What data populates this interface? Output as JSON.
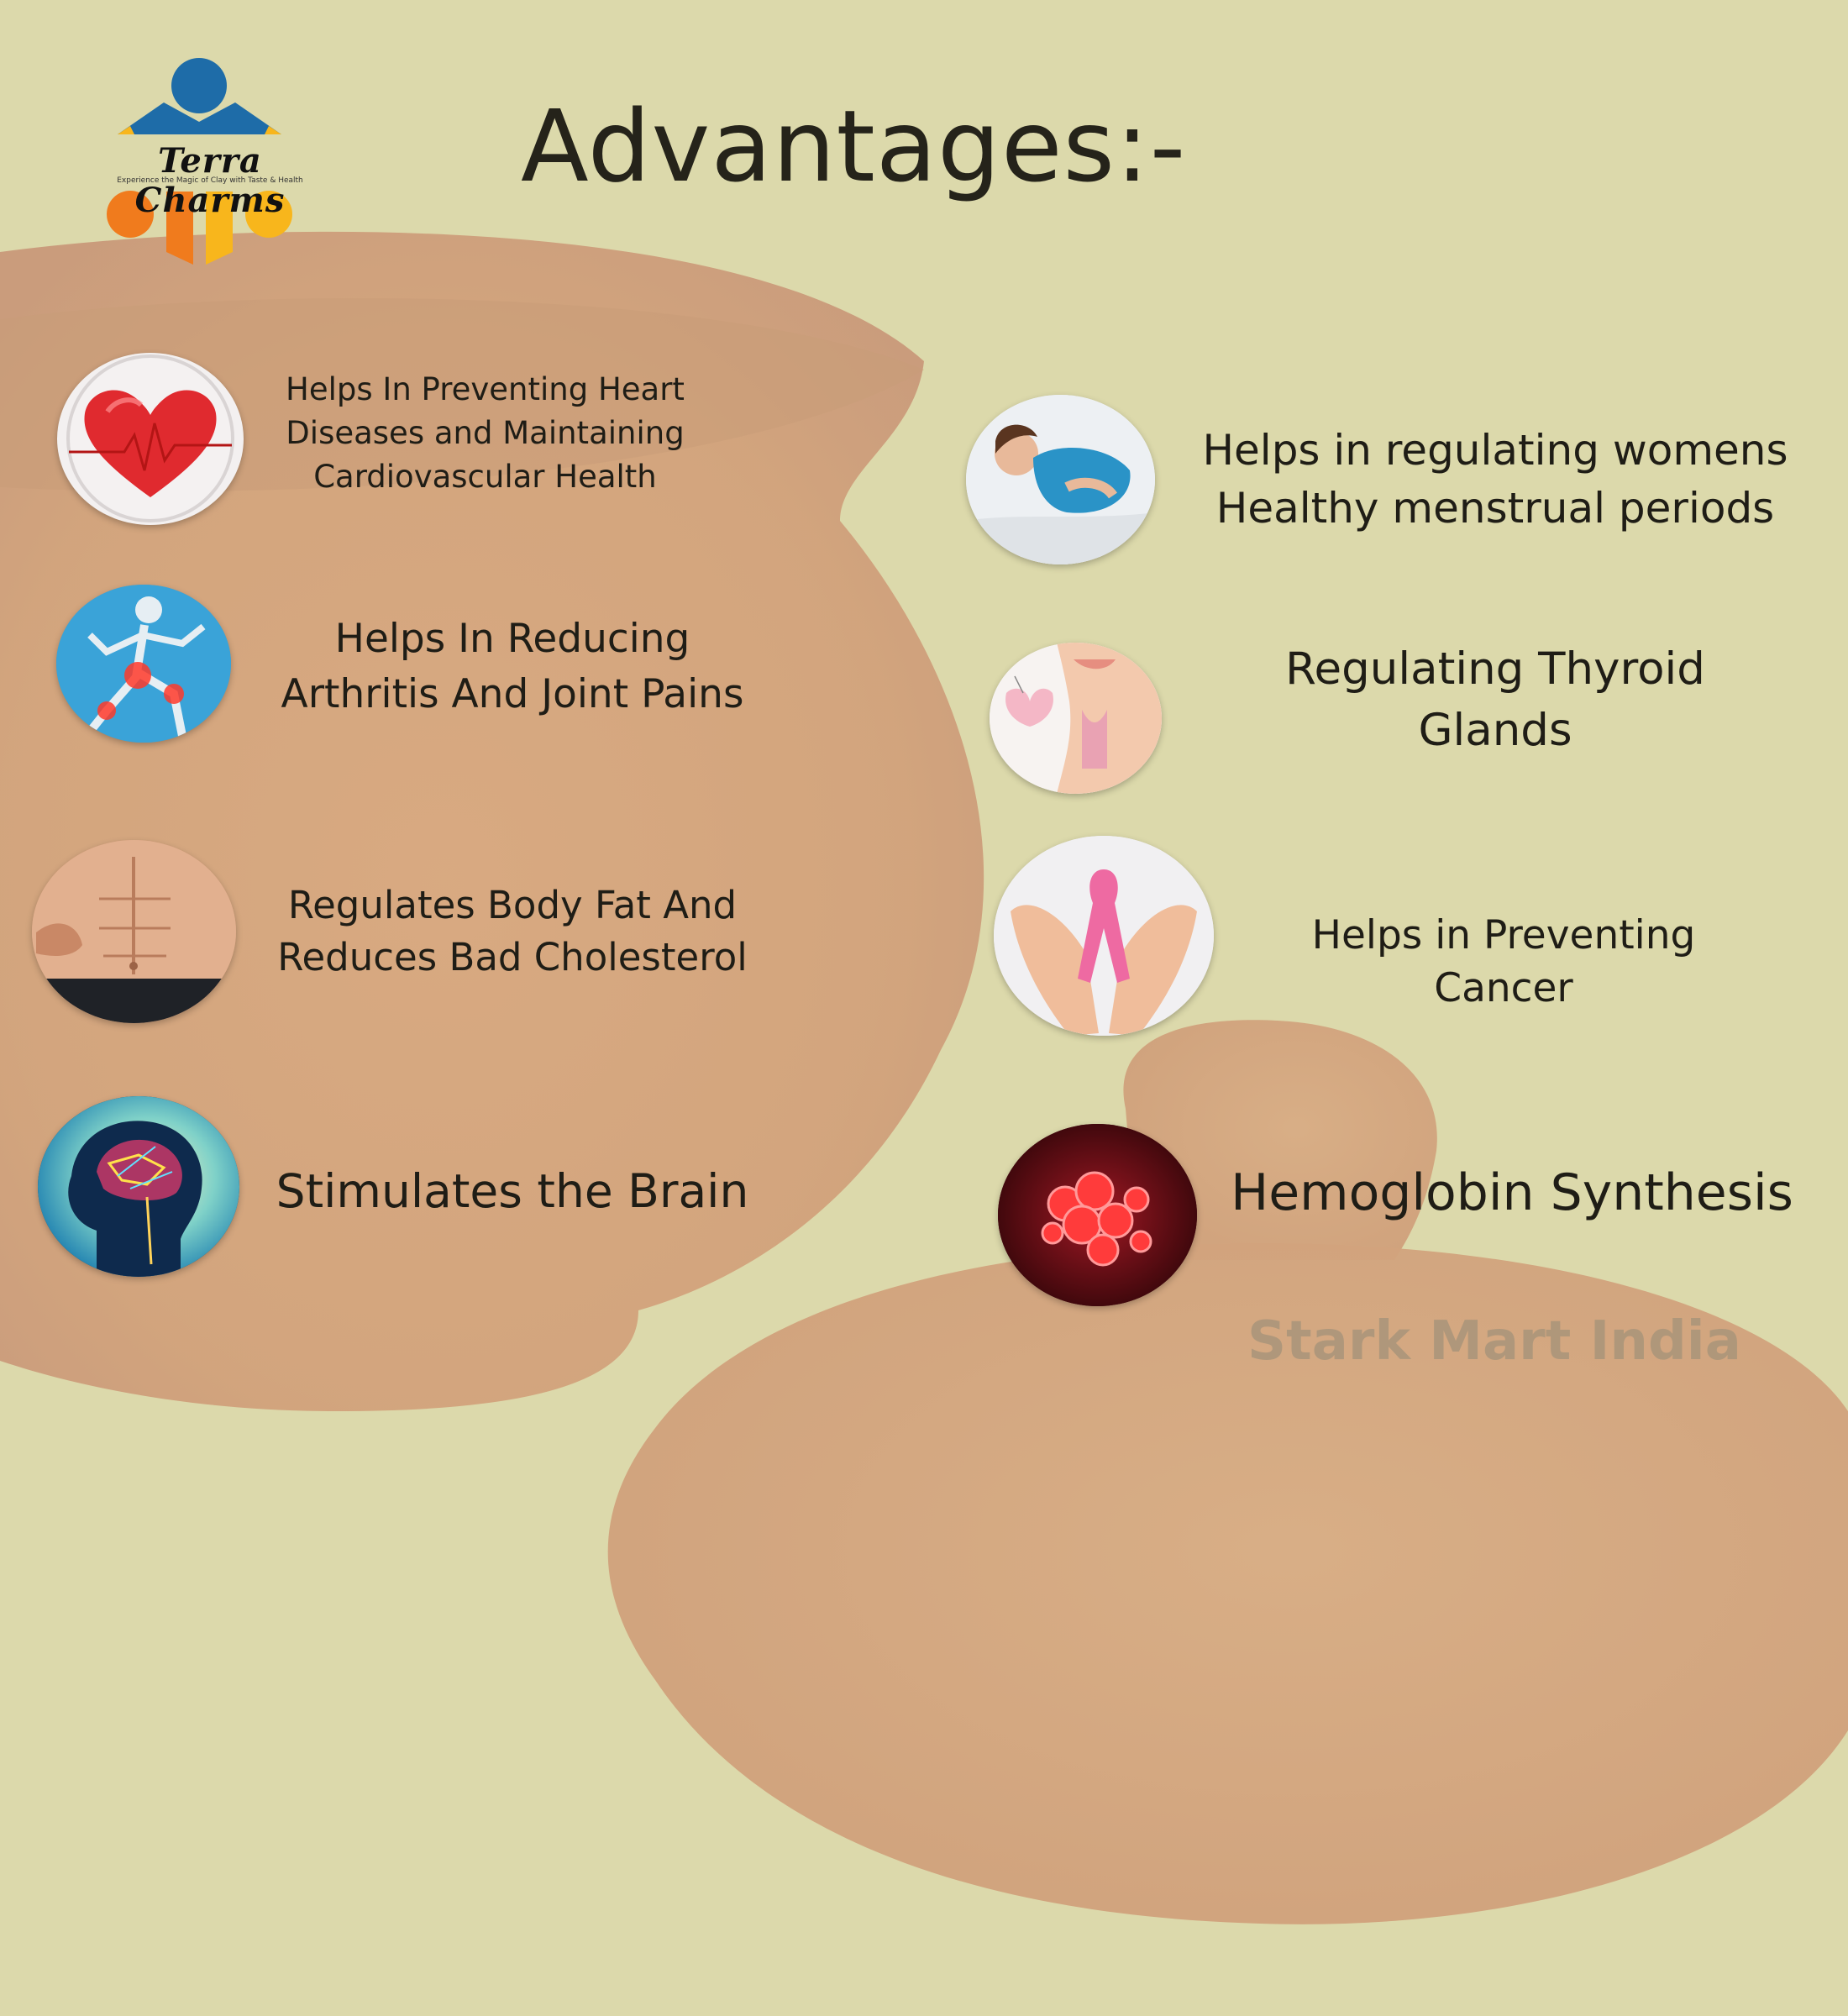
{
  "brand": {
    "name": "Terra Charms",
    "tagline": "Experience the Magic of Clay with Taste & Health"
  },
  "title": "Advantages:-",
  "advantages_left": [
    {
      "label_lines": [
        "Helps In Preventing Heart",
        "Diseases and Maintaining",
        "Cardiovascular Health"
      ],
      "icon": "heart-icon"
    },
    {
      "label_lines": [
        "Helps In Reducing",
        "Arthritis And Joint Pains"
      ],
      "icon": "skeleton-joint-icon"
    },
    {
      "label_lines": [
        "Regulates Body Fat And",
        "Reduces Bad Cholesterol"
      ],
      "icon": "abdomen-icon"
    },
    {
      "label_lines": [
        "Stimulates the Brain"
      ],
      "icon": "brain-icon"
    }
  ],
  "advantages_right": [
    {
      "label_lines": [
        "Helps in regulating womens",
        "Healthy menstrual periods"
      ],
      "icon": "woman-resting-icon"
    },
    {
      "label_lines": [
        "Regulating Thyroid",
        "Glands"
      ],
      "icon": "thyroid-icon"
    },
    {
      "label_lines": [
        "Helps in Preventing",
        "Cancer"
      ],
      "icon": "pink-ribbon-hands-icon"
    },
    {
      "label_lines": [
        "Hemoglobin Synthesis"
      ],
      "icon": "blood-cells-icon"
    }
  ],
  "watermark": "Stark Mart India",
  "colors": {
    "background": "#dcd9ab",
    "clay": "#d4a37c",
    "text": "#1f1d16",
    "logo_blue": "#1e6ca8",
    "logo_orange": "#f07b1d",
    "logo_yellow": "#f8b61c"
  }
}
